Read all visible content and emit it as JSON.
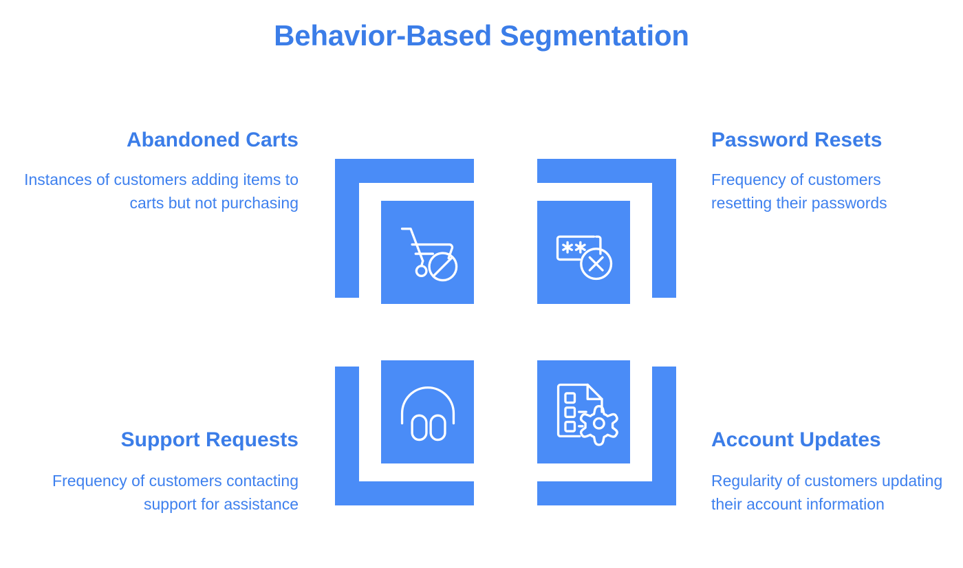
{
  "page": {
    "title": "Behavior-Based Segmentation",
    "background_color": "#ffffff",
    "accent_color": "#4A8CF7",
    "title_color": "#3B7DE8",
    "body_text_color": "#3E80EE",
    "icon_color": "#ffffff"
  },
  "segments": [
    {
      "id": "abandoned-carts",
      "position": "top-left",
      "heading": "Abandoned Carts",
      "description": "Instances of customers adding items to carts but not purchasing",
      "text_align": "right",
      "icon": "shopping-cart-prohibited-icon",
      "bracket_corner": "top-left"
    },
    {
      "id": "password-resets",
      "position": "top-right",
      "heading": "Password Resets",
      "description": "Frequency of customers resetting their passwords",
      "text_align": "left",
      "icon": "password-field-error-icon",
      "bracket_corner": "top-right"
    },
    {
      "id": "support-requests",
      "position": "bottom-left",
      "heading": "Support Requests",
      "description": "Frequency of customers contacting support for assistance",
      "text_align": "right",
      "icon": "headphones-icon",
      "bracket_corner": "bottom-left"
    },
    {
      "id": "account-updates",
      "position": "bottom-right",
      "heading": "Account Updates",
      "description": "Regularity of customers updating their account information",
      "text_align": "left",
      "icon": "document-settings-gear-icon",
      "bracket_corner": "bottom-right"
    }
  ]
}
